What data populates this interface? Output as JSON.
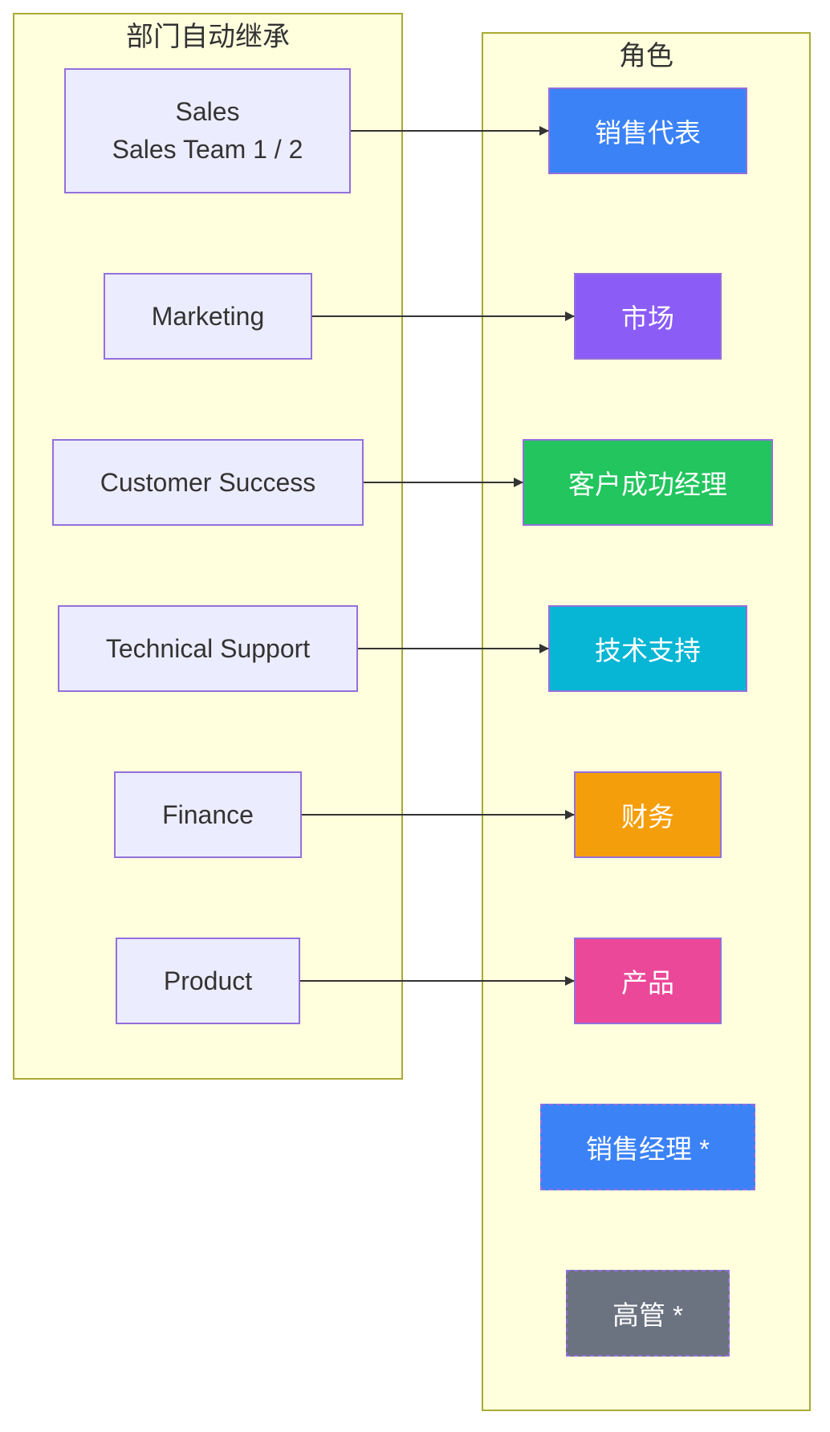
{
  "diagram": {
    "left_group_title": "部门自动继承",
    "right_group_title": "角色",
    "departments": [
      {
        "line1": "Sales",
        "line2": "Sales Team 1 / 2"
      },
      {
        "line1": "Marketing"
      },
      {
        "line1": "Customer Success"
      },
      {
        "line1": "Technical Support"
      },
      {
        "line1": "Finance"
      },
      {
        "line1": "Product"
      }
    ],
    "roles": [
      {
        "label": "销售代表",
        "color": "#3b82f6"
      },
      {
        "label": "市场",
        "color": "#8b5cf6"
      },
      {
        "label": "客户成功经理",
        "color": "#22c55e"
      },
      {
        "label": "技术支持",
        "color": "#06b6d4"
      },
      {
        "label": "财务",
        "color": "#f59e0b"
      },
      {
        "label": "产品",
        "color": "#ec4899"
      },
      {
        "label": "销售经理 *",
        "color": "#3b82f6"
      },
      {
        "label": "高管 *",
        "color": "#6b7280"
      }
    ],
    "edge_color": "#333333"
  }
}
